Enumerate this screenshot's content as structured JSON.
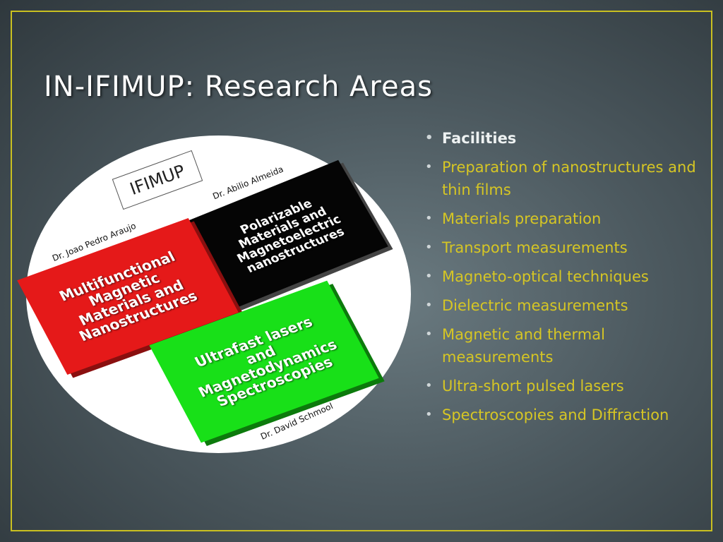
{
  "slide": {
    "title": "IN-IFIMUP: Research Areas"
  },
  "diagram": {
    "center_label": "IFIMUP",
    "people": {
      "almeida": "Dr. Abilio Almeida",
      "araujo": "Dr. Joao Pedro Araujo",
      "schmool": "Dr. David Schmool"
    },
    "tiles": {
      "black": [
        "Polarizable",
        "Materials and",
        "Magnetoelectric",
        "nanostructures"
      ],
      "red": [
        "Multifunctional",
        "Magnetic",
        "Materials and",
        "Nanostructures"
      ],
      "green": [
        "Ultrafast lasers",
        "and",
        "Magnetodynamics",
        "Spectroscopies"
      ]
    },
    "colors": {
      "black": "#050505",
      "red": "#e51919",
      "green": "#18e018",
      "frame": "#c9c020"
    }
  },
  "facilities": {
    "heading": "Facilities",
    "items": [
      "Preparation of nanostructures and thin films",
      "Materials preparation",
      "Transport measurements",
      "Magneto-optical techniques",
      "Dielectric measurements",
      "Magnetic and thermal measurements",
      "Ultra-short pulsed lasers",
      "Spectroscopies and Diffraction"
    ]
  }
}
